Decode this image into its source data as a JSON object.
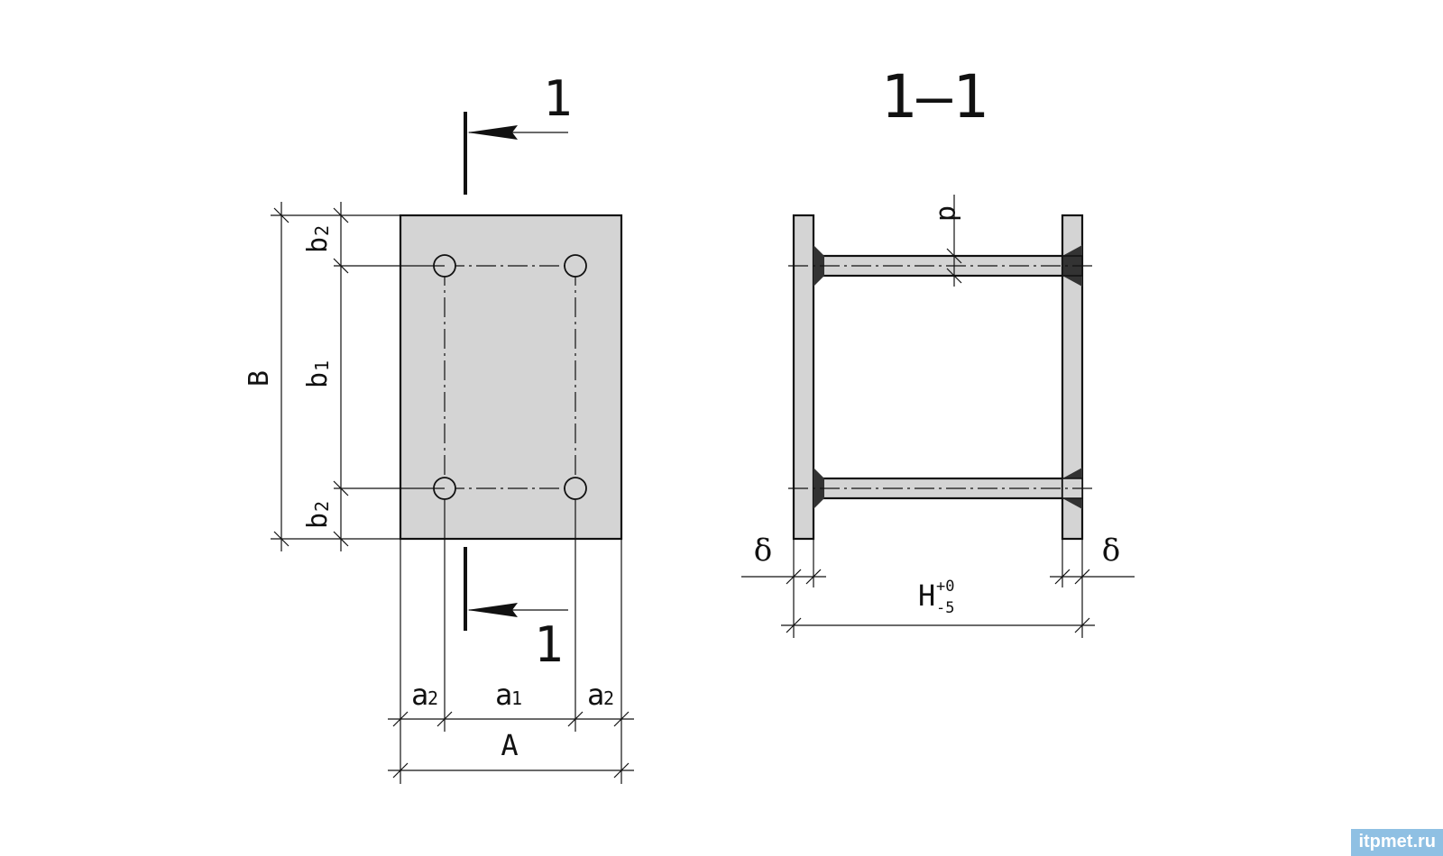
{
  "labels": {
    "section_mark": "1",
    "section_title": "1–1",
    "dim_B": "B",
    "dim_b1": "b",
    "dim_b1_sub": "1",
    "dim_b2": "b",
    "dim_b2_sub": "2",
    "dim_A": "A",
    "dim_a1": "a",
    "dim_a1_sub": "1",
    "dim_a2": "a",
    "dim_a2_sub": "2",
    "dim_d": "d",
    "dim_delta": "δ",
    "dim_H": "H",
    "dim_H_sup": "+0",
    "dim_H_sub": "-5"
  },
  "watermark": "itpmet.ru",
  "colors": {
    "plate_fill": "#d4d4d4",
    "line": "#111111",
    "weld": "#333333",
    "watermark_bg": "#8fc0e3"
  }
}
